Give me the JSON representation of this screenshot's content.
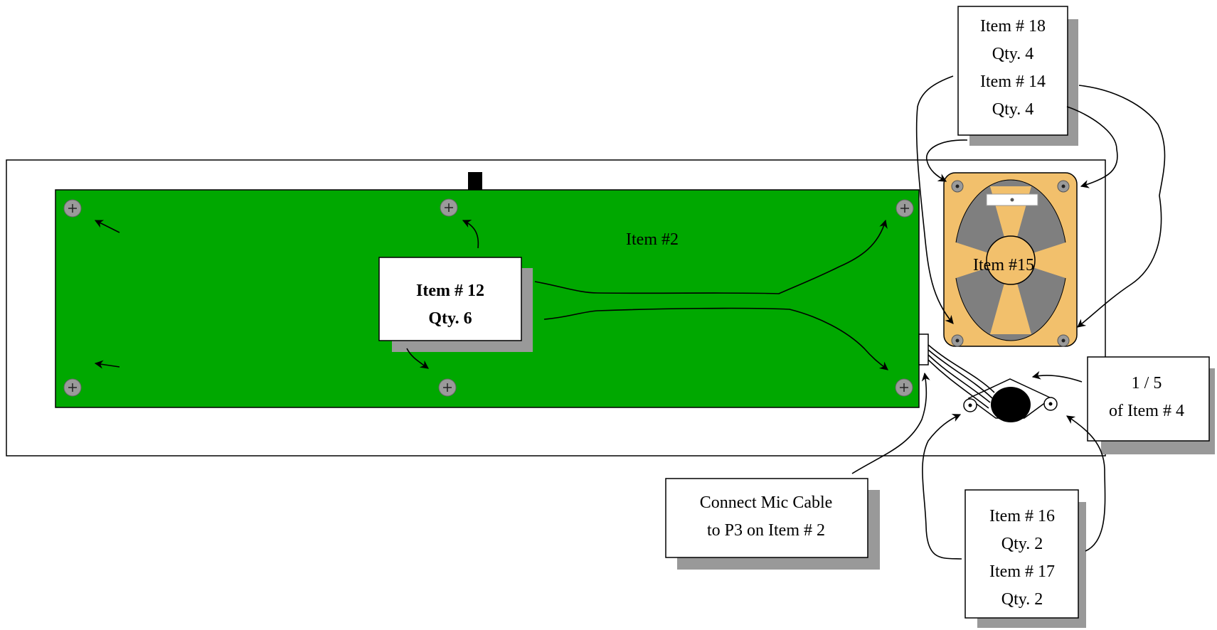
{
  "labels": {
    "board": "Item #2",
    "speaker": "Item #15"
  },
  "callouts": {
    "standoffs": {
      "line1": "Item # 12",
      "line2": "Qty. 6"
    },
    "speaker_hardware": {
      "line1": "Item # 18",
      "line2": "Qty. 4",
      "line3": "Item # 14",
      "line4": "Qty. 4"
    },
    "mic_fraction": {
      "line1": "1 / 5",
      "line2": "of Item # 4"
    },
    "mic_cable": {
      "line1": "Connect Mic Cable",
      "line2": "to P3 on Item # 2"
    },
    "mic_hardware": {
      "line1": "Item # 16",
      "line2": "Qty. 2",
      "line3": "Item # 17",
      "line4": "Qty. 2"
    }
  },
  "colors": {
    "board": "#00a800",
    "speaker": "#f2c06c",
    "screw": "#9a9a9a",
    "shadow": "#999999"
  }
}
